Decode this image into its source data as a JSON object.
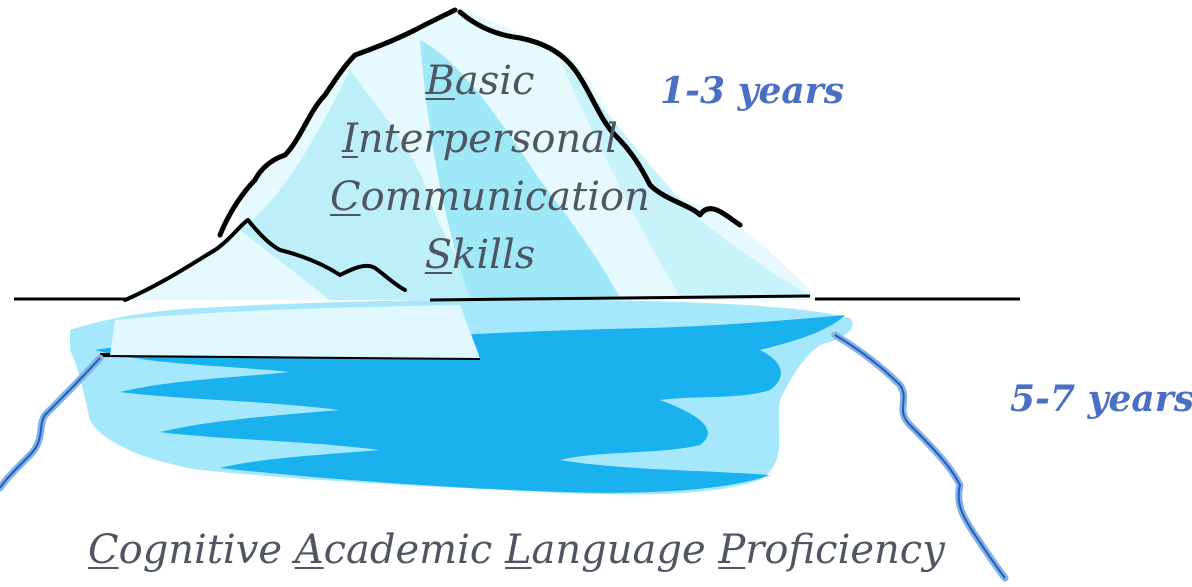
{
  "bics": {
    "lines": [
      {
        "initial": "B",
        "rest": "asic"
      },
      {
        "initial": "I",
        "rest": "nterpersonal"
      },
      {
        "initial": "C",
        "rest": "ommunication"
      },
      {
        "initial": "S",
        "rest": "kills"
      }
    ]
  },
  "calp": {
    "words": [
      {
        "initial": "C",
        "rest": "ognitive"
      },
      {
        "initial": "A",
        "rest": "cademic"
      },
      {
        "initial": "L",
        "rest": "anguage"
      },
      {
        "initial": "P",
        "rest": "roficiency"
      }
    ]
  },
  "above_water_duration": "1-3 years",
  "below_water_duration": "5-7 years",
  "colors": {
    "ice_light": "#cdf3fb",
    "ice_mid": "#8fe3f5",
    "water_bright": "#18b4f0",
    "water_light": "#9fe6fa",
    "outline": "#000000",
    "years_text": "#4a6fc4",
    "label_text": "#4f5661"
  }
}
